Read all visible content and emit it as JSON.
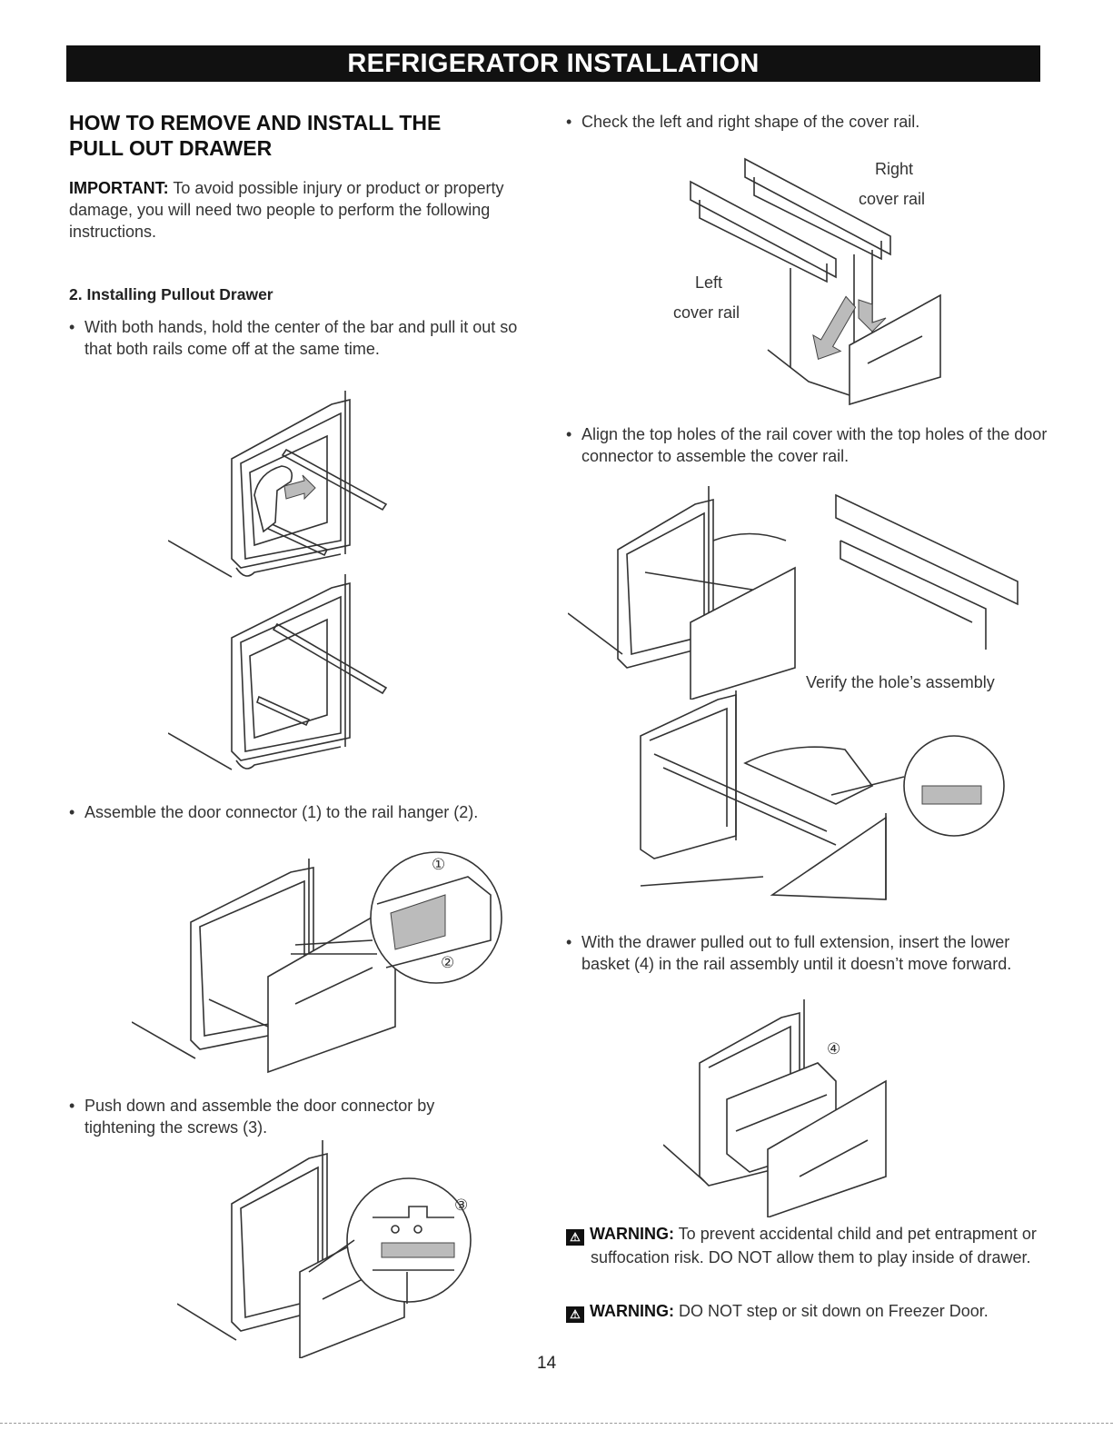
{
  "banner_title": "REFRIGERATOR INSTALLATION",
  "left": {
    "heading_line1": "HOW TO REMOVE AND INSTALL THE",
    "heading_line2": "PULL OUT DRAWER",
    "important_label": "IMPORTANT:",
    "important_text": " To avoid possible injury or product or property damage, you will need two people to perform the following instructions.",
    "step_title": "2. Installing Pullout Drawer",
    "bullet1": "With both hands, hold the center of the bar and pull it out so that both rails come off at the same time.",
    "bullet2": "Assemble the door connector (1) to the rail hanger (2).",
    "bullet3": "Push down and assemble the door connector by tightening the screws (3).",
    "callout1": "①",
    "callout2": "②",
    "callout3": "③"
  },
  "right": {
    "bullet1": "Check the left and right shape of the cover rail.",
    "right_label_1": "Right",
    "right_label_2": "cover rail",
    "left_label_1": "Left",
    "left_label_2": "cover rail",
    "bullet2": "Align the top holes of the rail cover with the top holes of the door connector to assemble the cover rail.",
    "verify_label": "Verify the hole’s assembly",
    "bullet3": "With the drawer pulled out to full extension, insert the lower basket (4) in the rail assembly until it doesn’t move forward.",
    "callout4": "④",
    "warning1_label": "WARNING:",
    "warning1_text": " To prevent accidental child and pet entrapment or suffocation risk. DO NOT allow them to play inside of drawer.",
    "warning2_label": "WARNING:",
    "warning2_text": " DO NOT step or sit down on Freezer Door."
  },
  "bullet_char": "•",
  "warning_icon_char": "⚠",
  "page_number": "14"
}
